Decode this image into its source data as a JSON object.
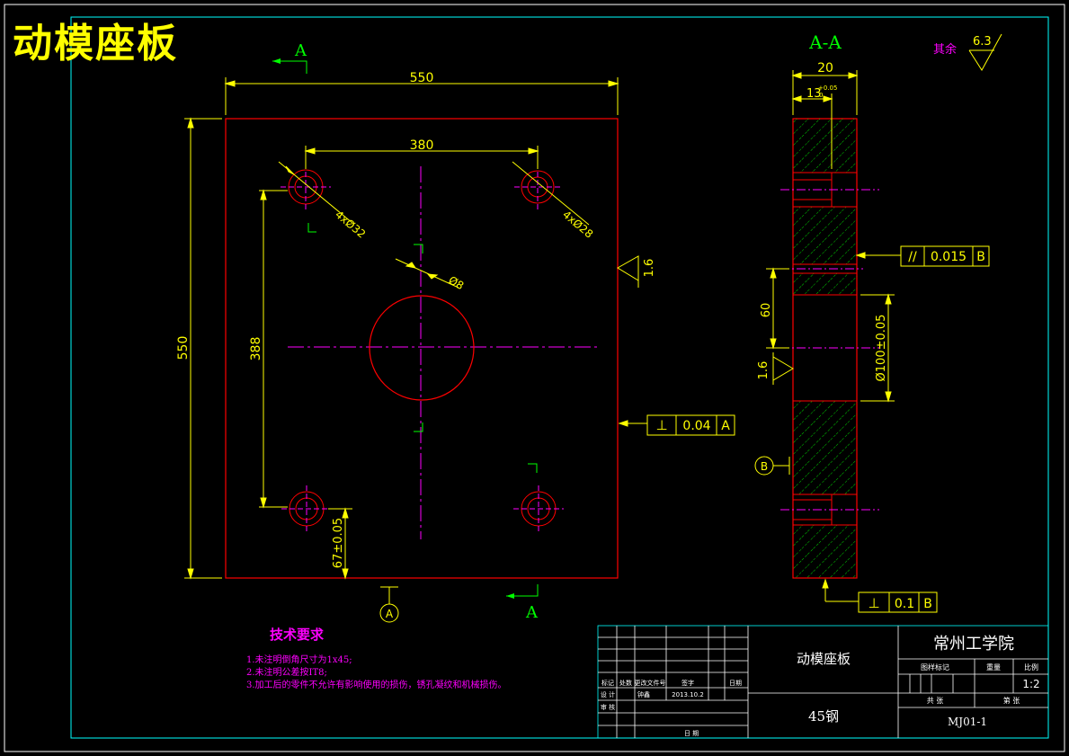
{
  "title_big": "动模座板",
  "section_labels": {
    "a_top": "A",
    "a_bottom": "A",
    "section_view": "A-A"
  },
  "roughness": {
    "other_label": "其余",
    "other_value": "6.3",
    "right_face": "1.6",
    "bore": "1.6"
  },
  "dimensions": {
    "width": "550",
    "height": "550",
    "hole_spacing_x": "380",
    "hole_spacing_y": "388",
    "holes_left": "4xØ32",
    "holes_right": "4xØ28",
    "center_hole": "Ø8",
    "bottom_offset": "67±0.05",
    "side_thickness": "20",
    "counterbore_depth": "13",
    "counterbore_tol": "+0.05",
    "counterbore_tol_low": "0",
    "bore_offset": "60",
    "bore_dia": "Ø100±0.05"
  },
  "tolerances": {
    "perp_a": {
      "symbol": "⊥",
      "value": "0.04",
      "datum": "A"
    },
    "parallel_b": {
      "symbol": "//",
      "value": "0.015",
      "datum": "B"
    },
    "perp_b": {
      "symbol": "⊥",
      "value": "0.1",
      "datum": "B"
    }
  },
  "datums": {
    "a": "A",
    "b": "B"
  },
  "tech_requirements": {
    "heading": "技术要求",
    "items": [
      "1.未注明倒角尺寸为1x45;",
      "2.未注明公差按IT8;",
      "3.加工后的零件不允许有影响使用的损伤，锈孔凝纹和机械损伤。"
    ]
  },
  "title_block": {
    "part_name": "动模座板",
    "material": "45钢",
    "school": "常州工学院",
    "scale_value": "1:2",
    "drawing_no": "MJ01-1",
    "header_row": [
      "标记",
      "处数",
      "更改文件号",
      "签字",
      "日期"
    ],
    "design_label": "设 计",
    "designer": "钟鑫",
    "date": "2013.10.2",
    "review_label": "审 核",
    "date_label": "日 期",
    "stage_labels": [
      "图样标记",
      "重量",
      "比例"
    ],
    "sheet_labels": [
      "共 张",
      "第 张"
    ]
  },
  "colors": {
    "frame": "#00ffff",
    "outline": "#ff0000",
    "dimension": "#ffff00",
    "centerline": "#ff00ff",
    "label": "#00ff00",
    "hatch": "#00ff00"
  }
}
